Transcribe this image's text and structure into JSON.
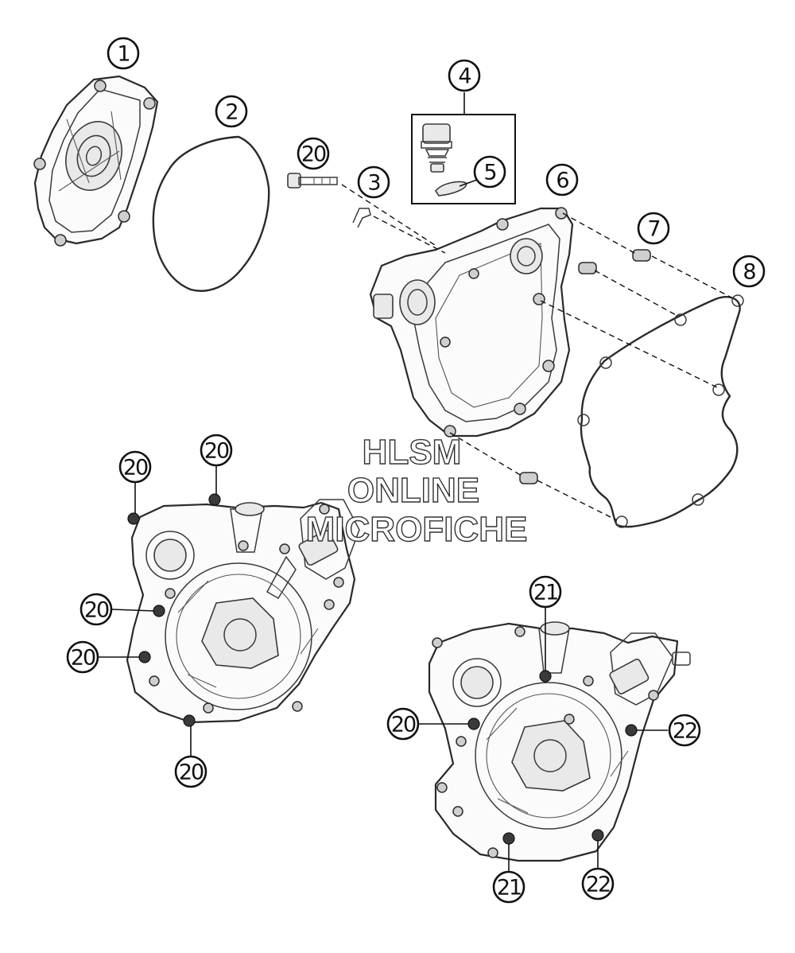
{
  "watermark": {
    "line1": "HLSM",
    "line2": "ONLINE",
    "line3": "MICROFICHE"
  },
  "callouts": {
    "c1": "1",
    "c2": "2",
    "c3": "3",
    "c4": "4",
    "c5": "5",
    "c6": "6",
    "c7": "7",
    "c8": "8",
    "c20_bolt": "20",
    "c20_left_top1": "20",
    "c20_left_top2": "20",
    "c20_left_mid1": "20",
    "c20_left_mid2": "20",
    "c20_left_bottom": "20",
    "c20_right": "20",
    "c21_top": "21",
    "c21_bottom": "21",
    "c22_right": "22",
    "c22_bottom": "22"
  }
}
